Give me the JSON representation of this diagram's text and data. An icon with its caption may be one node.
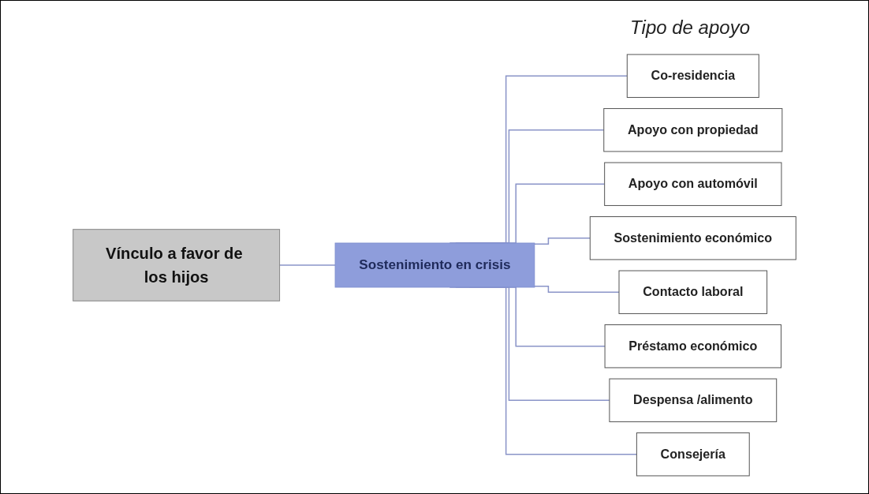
{
  "diagram": {
    "nodes": [
      {
        "text": [
          "Vínculo a favor de los hijos"
        ]
      },
      {
        "text": [
          "Sostenimiento en crisis"
        ]
      },
      {
        "text": [
          "Co-residencia"
        ]
      },
      {
        "text": [
          "Apoyo con propiedad"
        ]
      },
      {
        "text": [
          "Apoyo con automóvil"
        ]
      },
      {
        "text": [
          "Sostenimiento económico"
        ]
      },
      {
        "text": [
          "Contacto laboral"
        ]
      },
      {
        "text": [
          "Préstamo económico"
        ]
      },
      {
        "text": [
          "Despensa /alimento"
        ]
      },
      {
        "text": [
          "Consejería"
        ]
      }
    ],
    "edges": [
      {
        "from": 0,
        "to": 1,
        "arrow": "none"
      },
      {
        "from": 1,
        "to": 2,
        "arrow": "none"
      },
      {
        "from": 1,
        "to": 3,
        "arrow": "none"
      },
      {
        "from": 1,
        "to": 4,
        "arrow": "none"
      },
      {
        "from": 1,
        "to": 5,
        "arrow": "none"
      },
      {
        "from": 1,
        "to": 6,
        "arrow": "none"
      },
      {
        "from": 1,
        "to": 7,
        "arrow": "none"
      },
      {
        "from": 1,
        "to": 8,
        "arrow": "none"
      },
      {
        "from": 1,
        "to": 9,
        "arrow": "none"
      }
    ],
    "labels": [
      "Tipo de apoyo"
    ]
  }
}
